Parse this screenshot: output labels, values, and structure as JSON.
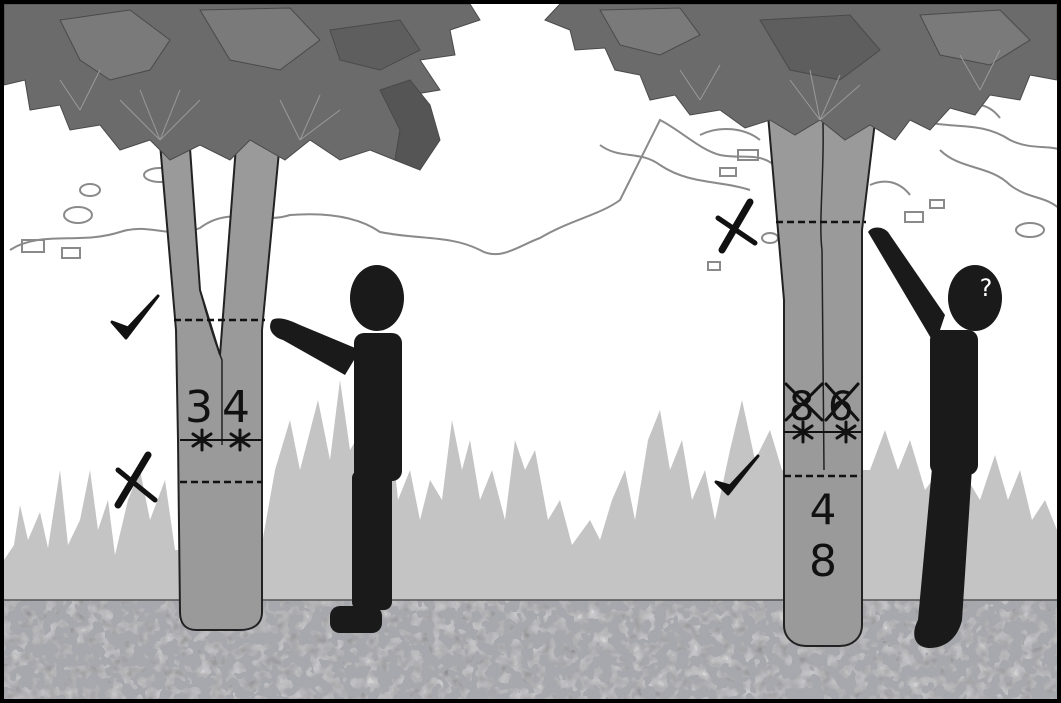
{
  "colors": {
    "foliage": "#6b6b6b",
    "foliage_dark": "#555555",
    "trunk": "#9a9a9a",
    "outline": "#222222",
    "brush": "#c4c4c4",
    "ground": "#a7a7ae",
    "silhouette": "#1a1a1a",
    "frame": "#000000"
  },
  "left_tree": {
    "split_trunk_numbers": [
      "3",
      "4"
    ],
    "marks": [
      "✔",
      "✘"
    ]
  },
  "right_tree": {
    "crossed_numbers": [
      "8",
      "6"
    ],
    "single_trunk_numbers": [
      "4",
      "8"
    ],
    "marks": [
      "✘",
      "✔"
    ]
  },
  "person_right": {
    "head_symbol": "?"
  },
  "icons": [
    "checkmark-icon",
    "x-mark-icon",
    "asterisk-icon",
    "question-mark-icon"
  ]
}
